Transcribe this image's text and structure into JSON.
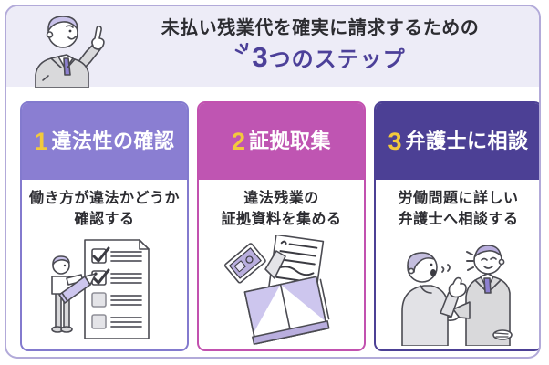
{
  "header": {
    "title": "未払い残業代を確実に請求するための",
    "subtitle_number": "3",
    "subtitle_rest": "つのステップ",
    "illustration": "pointing-man-icon"
  },
  "steps": [
    {
      "number": "1",
      "title": "違法性の確認",
      "desc_line1": "働き方が違法かどうか",
      "desc_line2": "確認する",
      "header_bg": "#8a7ed2",
      "border": "#837ace",
      "illustration": "checklist-icon"
    },
    {
      "number": "2",
      "title": "証拠取集",
      "desc_line1": "違法残業の",
      "desc_line2": "証拠資料を集める",
      "header_bg": "#bf55b2",
      "border": "#c251af",
      "illustration": "evidence-documents-icon"
    },
    {
      "number": "3",
      "title": "弁護士に相談",
      "desc_line1": "労働問題に詳しい",
      "desc_line2": "弁護士へ相談する",
      "header_bg": "#4c4095",
      "border": "#4c4095",
      "illustration": "consultation-icon"
    }
  ],
  "colors": {
    "panel_border": "#b2aad9",
    "header_band_bg": "#edecf7",
    "accent_purple": "#4c4099",
    "step_number_yellow": "#f2c93c",
    "text_dark": "#2c2c31",
    "illustration_purple": "#c9c2ea",
    "illustration_gray": "#d9d9db"
  }
}
